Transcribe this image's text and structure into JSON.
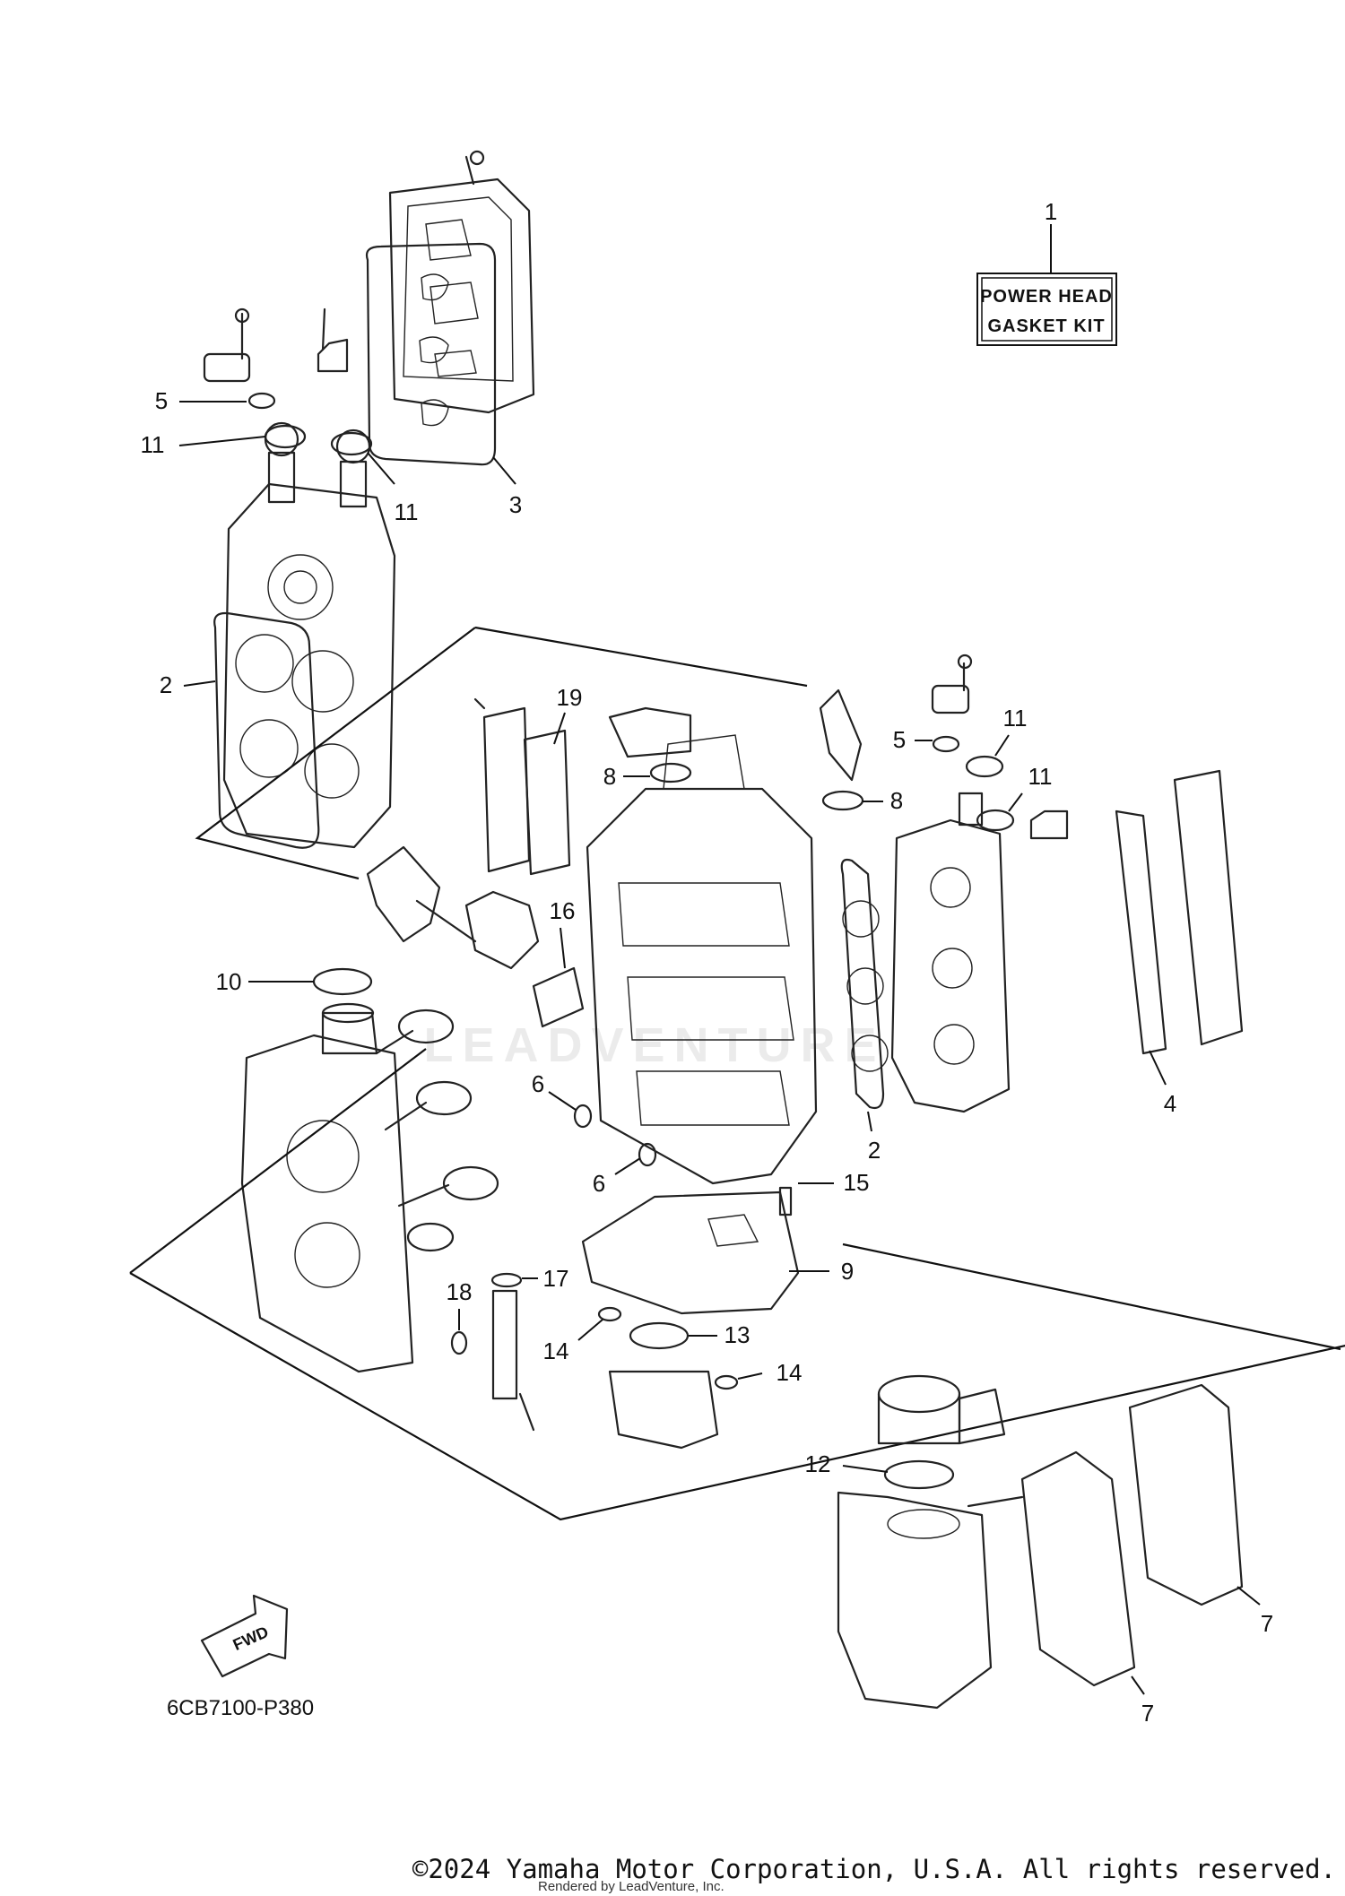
{
  "kit_label": {
    "line1": "POWER HEAD",
    "line2": "GASKET KIT"
  },
  "diagram_code": "6CB7100-P380",
  "fwd_label": "FWD",
  "watermark": "LEADVENTURE",
  "callouts": {
    "c1": "1",
    "c2a": "2",
    "c2b": "2",
    "c3": "3",
    "c4": "4",
    "c5a": "5",
    "c5b": "5",
    "c6a": "6",
    "c6b": "6",
    "c7a": "7",
    "c7b": "7",
    "c8a": "8",
    "c8b": "8",
    "c9": "9",
    "c10": "10",
    "c11a": "11",
    "c11b": "11",
    "c11c": "11",
    "c11d": "11",
    "c12": "12",
    "c13": "13",
    "c14a": "14",
    "c14b": "14",
    "c15": "15",
    "c16": "16",
    "c17": "17",
    "c18": "18",
    "c19": "19"
  },
  "footer": {
    "copyright": "©2024 Yamaha Motor Corporation, U.S.A. All rights reserved.",
    "rendered_by": "Rendered by LeadVenture, Inc."
  }
}
